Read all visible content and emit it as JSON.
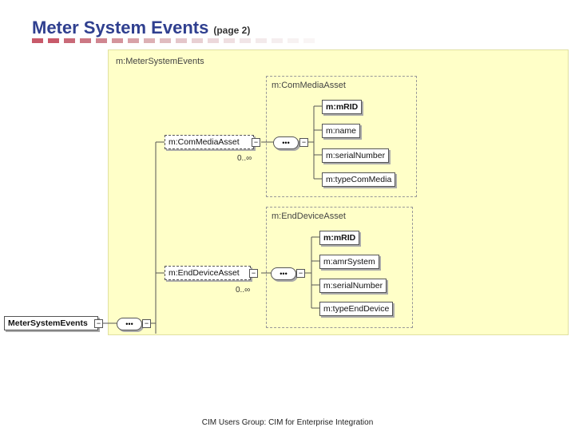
{
  "title": "Meter System Events",
  "subtitle": "(page 2)",
  "container_label": "m:MeterSystemEvents",
  "root": "MeterSystemEvents",
  "sequence_symbol": "•••",
  "com_media": {
    "group_label": "m:ComMediaAsset",
    "element": "m:ComMediaAsset",
    "multiplicity": "0..∞",
    "children": [
      "m:mRID",
      "m:name",
      "m:serialNumber",
      "m:typeComMedia"
    ]
  },
  "end_device": {
    "group_label": "m:EndDeviceAsset",
    "element": "m:EndDeviceAsset",
    "multiplicity": "0..∞",
    "children": [
      "m:mRID",
      "m:amrSystem",
      "m:serialNumber",
      "m:typeEndDevice"
    ]
  },
  "footer": "CIM Users Group: CIM for Enterprise Integration"
}
